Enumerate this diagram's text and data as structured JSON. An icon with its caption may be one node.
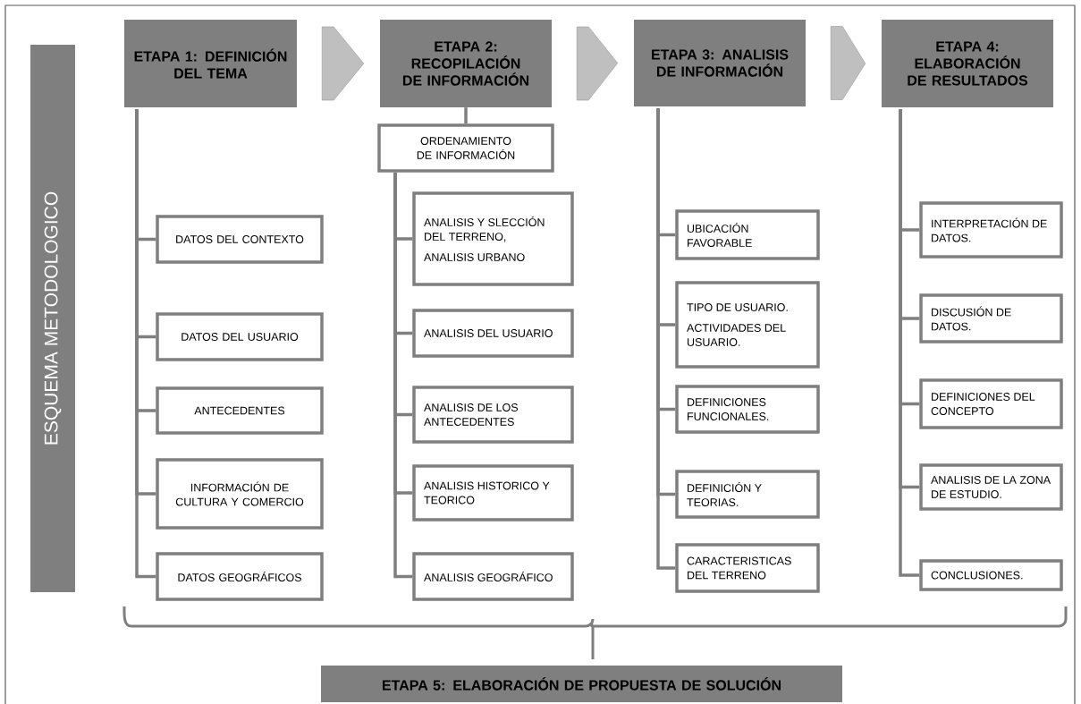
{
  "diagram": {
    "nodes": [
      {
        "text": [
          "ESQUEMA METODOLOGICO"
        ]
      },
      {
        "text": [
          "ETAPA 1: DEFINICIÓN DEL TEMA"
        ]
      },
      {
        "text": [
          "DATOS  DEL CONTEXTO"
        ]
      },
      {
        "text": [
          "DATOS DEL USUARIO"
        ]
      },
      {
        "text": [
          "ANTECEDENTES"
        ]
      },
      {
        "text": [
          "INFORMACIÓN DE CULTURA Y COMERCIO"
        ]
      },
      {
        "text": [
          "DATOS GEOGRÁFICOS"
        ]
      },
      {
        "text": [
          "ETAPA 2: RECOPILACIÓN DE INFORMACIÓN"
        ]
      },
      {
        "text": [
          "ORDENAMIENTO DE INFORMACIÓN"
        ]
      },
      {
        "text": [
          "ANALISIS Y SLECCIÓN DEL TERRENO,",
          "ANALISIS URBANO"
        ]
      },
      {
        "text": [
          "ANALISIS DEL USUARIO"
        ]
      },
      {
        "text": [
          "ANALISIS DE LOS ANTECEDENTES"
        ]
      },
      {
        "text": [
          "ANALISIS HISTORICO Y TEORICO"
        ]
      },
      {
        "text": [
          "ANALISIS GEOGRÁFICO"
        ]
      },
      {
        "text": [
          "ETAPA 3: ANALISIS DE INFORMACIÓN"
        ]
      },
      {
        "text": [
          "UBICACIÓN FAVORABLE"
        ]
      },
      {
        "text": [
          "TIPO DE USUARIO.",
          "ACTIVIDADES DEL USUARIO."
        ]
      },
      {
        "text": [
          "DEFINICIONES FUNCIONALES."
        ]
      },
      {
        "text": [
          "DEFINICIÓN Y TEORIAS."
        ]
      },
      {
        "text": [
          "CARACTERISTICAS DEL TERRENO"
        ]
      },
      {
        "text": [
          "ETAPA 4: ELABORACIÓN DE RESULTADOS"
        ]
      },
      {
        "text": [
          "INTERPRETACIÓN DE DATOS."
        ]
      },
      {
        "text": [
          "DISCUSIÓN DE DATOS."
        ]
      },
      {
        "text": [
          "DEFINICIONES DEL CONCEPTO"
        ]
      },
      {
        "text": [
          "ANALISIS DE LA ZONA DE ESTUDIO."
        ]
      },
      {
        "text": [
          "CONCLUSIONES."
        ]
      },
      {
        "text": [
          "ETAPA 5: ELABORACIÓN DE PROPUESTA DE SOLUCIÓN"
        ]
      }
    ],
    "edges": [
      {
        "from": 1,
        "to": 7,
        "arrow": "to"
      },
      {
        "from": 7,
        "to": 14,
        "arrow": "to"
      },
      {
        "from": 14,
        "to": 20,
        "arrow": "to"
      },
      {
        "from": 1,
        "to": 2,
        "arrow": "none"
      },
      {
        "from": 1,
        "to": 3,
        "arrow": "none"
      },
      {
        "from": 1,
        "to": 4,
        "arrow": "none"
      },
      {
        "from": 1,
        "to": 5,
        "arrow": "none"
      },
      {
        "from": 1,
        "to": 6,
        "arrow": "none"
      },
      {
        "from": 7,
        "to": 8,
        "arrow": "none"
      },
      {
        "from": 8,
        "to": 9,
        "arrow": "none"
      },
      {
        "from": 8,
        "to": 10,
        "arrow": "none"
      },
      {
        "from": 8,
        "to": 11,
        "arrow": "none"
      },
      {
        "from": 8,
        "to": 12,
        "arrow": "none"
      },
      {
        "from": 8,
        "to": 13,
        "arrow": "none"
      },
      {
        "from": 14,
        "to": 15,
        "arrow": "none"
      },
      {
        "from": 14,
        "to": 16,
        "arrow": "none"
      },
      {
        "from": 14,
        "to": 17,
        "arrow": "none"
      },
      {
        "from": 14,
        "to": 18,
        "arrow": "none"
      },
      {
        "from": 14,
        "to": 19,
        "arrow": "none"
      },
      {
        "from": 20,
        "to": 21,
        "arrow": "none"
      },
      {
        "from": 20,
        "to": 22,
        "arrow": "none"
      },
      {
        "from": 20,
        "to": 23,
        "arrow": "none"
      },
      {
        "from": 20,
        "to": 24,
        "arrow": "none"
      },
      {
        "from": 20,
        "to": 25,
        "arrow": "none"
      }
    ]
  }
}
